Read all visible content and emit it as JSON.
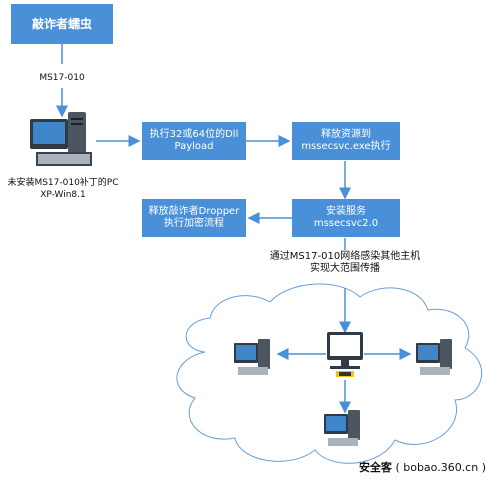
{
  "nodes": {
    "ransomware": "敲诈者蠕虫",
    "exploit": "MS17-010",
    "victim_pc_label_1": "未安装MS17-010补丁的PC",
    "victim_pc_label_2": "XP-Win8.1",
    "exec_payload_1": "执行32或64位的Dll",
    "exec_payload_2": "Payload",
    "release_res_1": "释放资源到",
    "release_res_2": "mssecsvc.exe执行",
    "install_svc_1": "安装服务",
    "install_svc_2": "mssecsvc2.0",
    "dropper_1": "释放敲诈者Dropper",
    "dropper_2": "执行加密流程",
    "spread_1": "通过MS17-010网络感染其他主机",
    "spread_2": "实现大范围传播"
  },
  "watermark": {
    "brand": "安全客",
    "site": "( bobao.360.cn )"
  },
  "colors": {
    "box_fill": "#4a90d9",
    "arrow": "#4a90d9",
    "cloud_stroke": "#6a9ed6"
  }
}
